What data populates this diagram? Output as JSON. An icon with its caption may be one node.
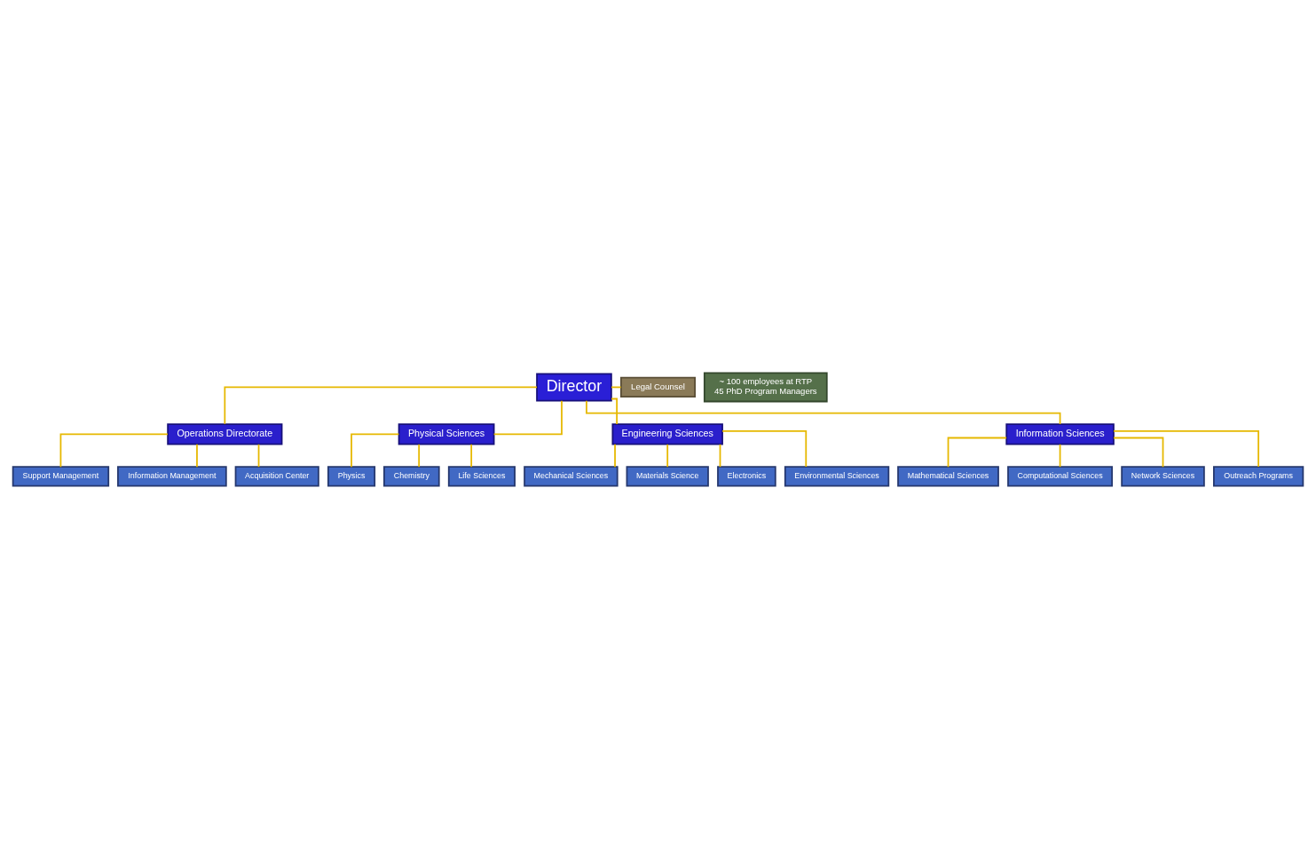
{
  "diagram": {
    "nodes": [
      {
        "text": [
          "Director"
        ]
      },
      {
        "text": [
          "Legal Counsel"
        ]
      },
      {
        "text": [
          "Operations Directorate"
        ]
      },
      {
        "text": [
          "Physical Sciences"
        ]
      },
      {
        "text": [
          "Engineering Sciences"
        ]
      },
      {
        "text": [
          "Information Sciences"
        ]
      },
      {
        "text": [
          "Support Management"
        ]
      },
      {
        "text": [
          "Information Management"
        ]
      },
      {
        "text": [
          "Acquisition Center"
        ]
      },
      {
        "text": [
          "Physics"
        ]
      },
      {
        "text": [
          "Chemistry"
        ]
      },
      {
        "text": [
          "Life Sciences"
        ]
      },
      {
        "text": [
          "Mechanical Sciences"
        ]
      },
      {
        "text": [
          "Materials Science"
        ]
      },
      {
        "text": [
          "Electronics"
        ]
      },
      {
        "text": [
          "Environmental Sciences"
        ]
      },
      {
        "text": [
          "Mathematical Sciences"
        ]
      },
      {
        "text": [
          "Computational Sciences"
        ]
      },
      {
        "text": [
          "Network Sciences"
        ]
      },
      {
        "text": [
          "Outreach Programs"
        ]
      },
      {
        "text": [
          "~ 100 employees at RTP",
          "45 PhD Program Managers"
        ]
      }
    ],
    "edges": [
      {
        "from": 0,
        "to": 1,
        "arrow": "none"
      },
      {
        "from": 0,
        "to": 2,
        "arrow": "none"
      },
      {
        "from": 0,
        "to": 3,
        "arrow": "none"
      },
      {
        "from": 0,
        "to": 4,
        "arrow": "none"
      },
      {
        "from": 0,
        "to": 5,
        "arrow": "none"
      },
      {
        "from": 2,
        "to": 6,
        "arrow": "none"
      },
      {
        "from": 2,
        "to": 7,
        "arrow": "none"
      },
      {
        "from": 2,
        "to": 8,
        "arrow": "none"
      },
      {
        "from": 3,
        "to": 9,
        "arrow": "none"
      },
      {
        "from": 3,
        "to": 10,
        "arrow": "none"
      },
      {
        "from": 3,
        "to": 11,
        "arrow": "none"
      },
      {
        "from": 4,
        "to": 12,
        "arrow": "none"
      },
      {
        "from": 4,
        "to": 13,
        "arrow": "none"
      },
      {
        "from": 4,
        "to": 14,
        "arrow": "none"
      },
      {
        "from": 4,
        "to": 15,
        "arrow": "none"
      },
      {
        "from": 5,
        "to": 16,
        "arrow": "none"
      },
      {
        "from": 5,
        "to": 17,
        "arrow": "none"
      },
      {
        "from": 5,
        "to": 18,
        "arrow": "none"
      },
      {
        "from": 5,
        "to": 19,
        "arrow": "none"
      }
    ]
  }
}
